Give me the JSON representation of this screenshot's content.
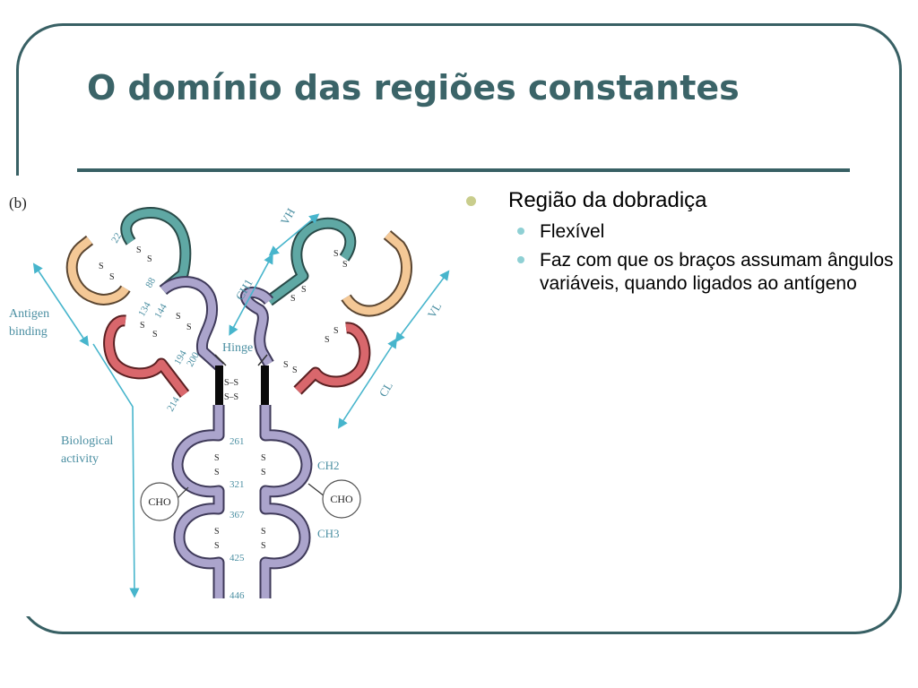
{
  "slide": {
    "title": "O domínio das regiões constantes"
  },
  "bullets": {
    "main": "Região da dobradiça",
    "subs": [
      "Flexível",
      "Faz com que os braços assumam ângulos variáveis, quando ligados ao antígeno"
    ]
  },
  "figure": {
    "panel_label": "(b)",
    "hinge_label": "Hinge",
    "antigen_binding": [
      "Antigen",
      "binding"
    ],
    "biological_activity": [
      "Biological",
      "activity"
    ],
    "cho_label": "CHO",
    "domain_labels": {
      "vh": "VH",
      "vl": "VL",
      "ch1": "CH1",
      "cl": "CL",
      "ch2": "CH2",
      "ch3": "CH3"
    },
    "light_chain_numbers": [
      "22",
      "88",
      "134",
      "194",
      "214"
    ],
    "heavy_chain_arm_numbers": [
      "144",
      "200"
    ],
    "heavy_chain_stem_numbers": [
      "261",
      "321",
      "367",
      "425",
      "446"
    ],
    "disulfide_label": "S",
    "colors": {
      "vh": "#5fa8a4",
      "vl": "#f4c896",
      "ch": "#aba4cc",
      "cl": "#d9676c",
      "hinge": "#0a0a0a",
      "arrow": "#47b5cc",
      "text_label": "#4b8fa2"
    }
  }
}
